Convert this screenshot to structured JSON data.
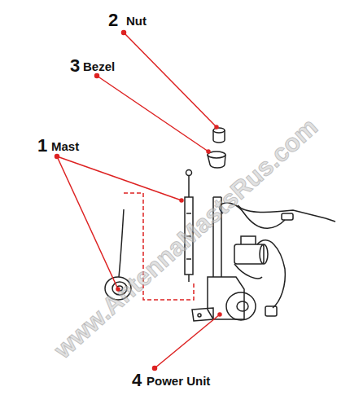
{
  "diagram": {
    "labels": [
      "2",
      "Nut",
      "3",
      "Bezel",
      "1",
      "Mast",
      "4",
      "Power Unit",
      "www.AntennaMastsRus.com"
    ]
  }
}
